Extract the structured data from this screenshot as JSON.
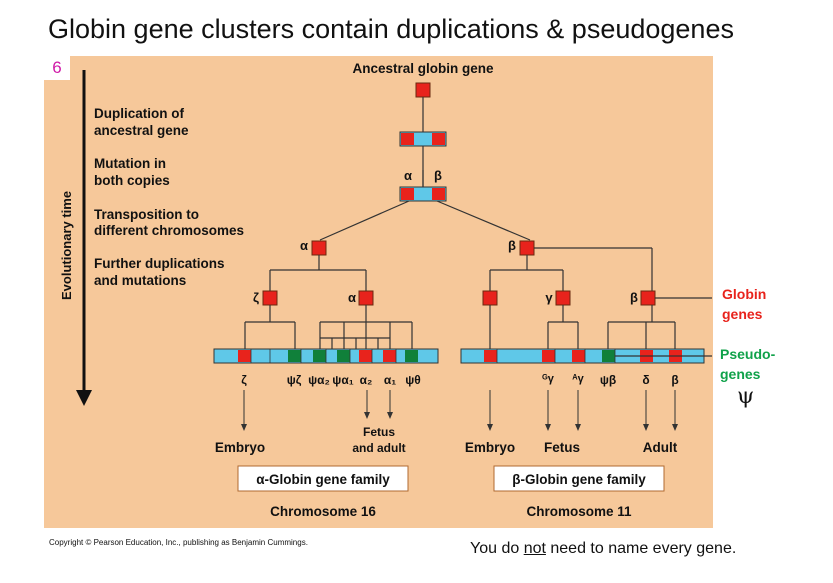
{
  "title": "Globin gene clusters contain duplications & pseudogenes",
  "slide_number": "6",
  "diagram": {
    "ancestral_label": "Ancestral globin gene",
    "time_axis_label": "Evolutionary time",
    "steps": [
      [
        "Duplication of",
        "ancestral gene"
      ],
      [
        "Mutation in",
        "both copies"
      ],
      [
        "Transposition to",
        "different chromosomes"
      ],
      [
        "Further duplications",
        "and mutations"
      ]
    ],
    "node_labels": {
      "alpha": "α",
      "beta": "β",
      "zeta": "ζ",
      "gamma": "γ"
    },
    "alpha_genes": [
      "ζ",
      "ψζ",
      "ψα₂",
      "ψα₁",
      "α₂",
      "α₁",
      "ψθ"
    ],
    "beta_genes": [
      "ᴳγ",
      "ᴬγ",
      "ψβ",
      "δ",
      "β"
    ],
    "stage_labels": {
      "alpha_embryo": "Embryo",
      "alpha_fetus_adult": [
        "Fetus",
        "and adult"
      ],
      "beta_embryo": "Embryo",
      "beta_fetus": "Fetus",
      "beta_adult": "Adult"
    },
    "families": {
      "alpha": "α-Globin gene family",
      "beta": "β-Globin gene family"
    },
    "chromosomes": {
      "alpha": "Chromosome 16",
      "beta": "Chromosome 11"
    },
    "colors": {
      "panel": "#f6c89a",
      "gene": "#e8231c",
      "pseudogene": "#10803a",
      "chromosome": "#5fc8e8"
    }
  },
  "legend": {
    "globin": [
      "Globin",
      "genes"
    ],
    "pseudo": [
      "Pseudo-",
      "genes"
    ],
    "psi": "ψ"
  },
  "copyright": "Copyright © Pearson Education, Inc., publishing as Benjamin Cummings.",
  "note": {
    "before": "You do ",
    "emph": "not",
    "after": " need to name every gene."
  }
}
